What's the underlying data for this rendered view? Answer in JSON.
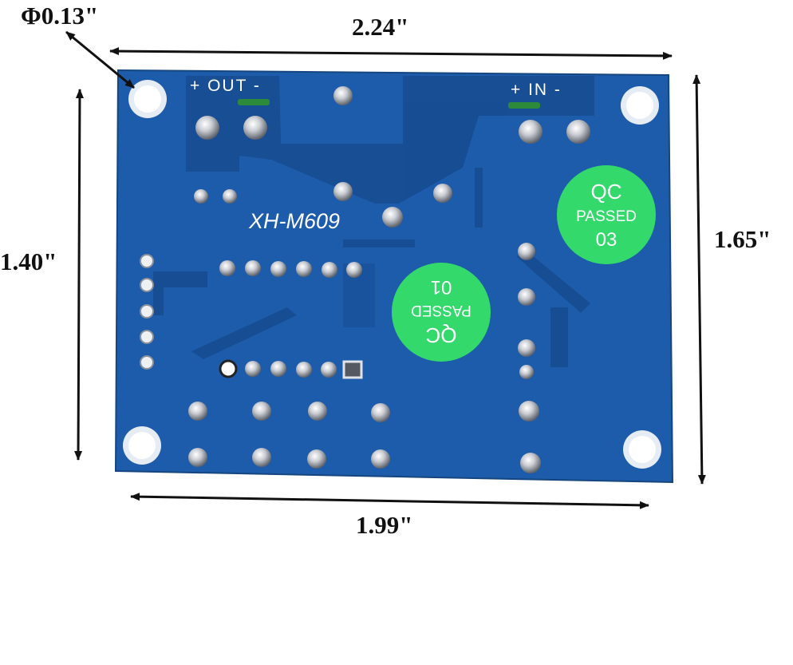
{
  "dimensions": {
    "hole_diameter": "Φ0.13\"",
    "overall_width": "2.24\"",
    "overall_height": "1.65\"",
    "hole_spacing_vertical": "1.40\"",
    "hole_spacing_horizontal": "1.99\""
  },
  "board": {
    "model": "XH-M609",
    "output_label": "+ OUT -",
    "input_label": "+ IN -",
    "color": "#1f5fae",
    "trace_color": "#174f98"
  },
  "stickers": [
    {
      "lines": [
        "QC",
        "PASSED",
        "03"
      ],
      "color": "#2fd86a",
      "rotated": false
    },
    {
      "lines": [
        "QC",
        "PASSED",
        "01"
      ],
      "color": "#2fd86a",
      "rotated": true
    }
  ]
}
